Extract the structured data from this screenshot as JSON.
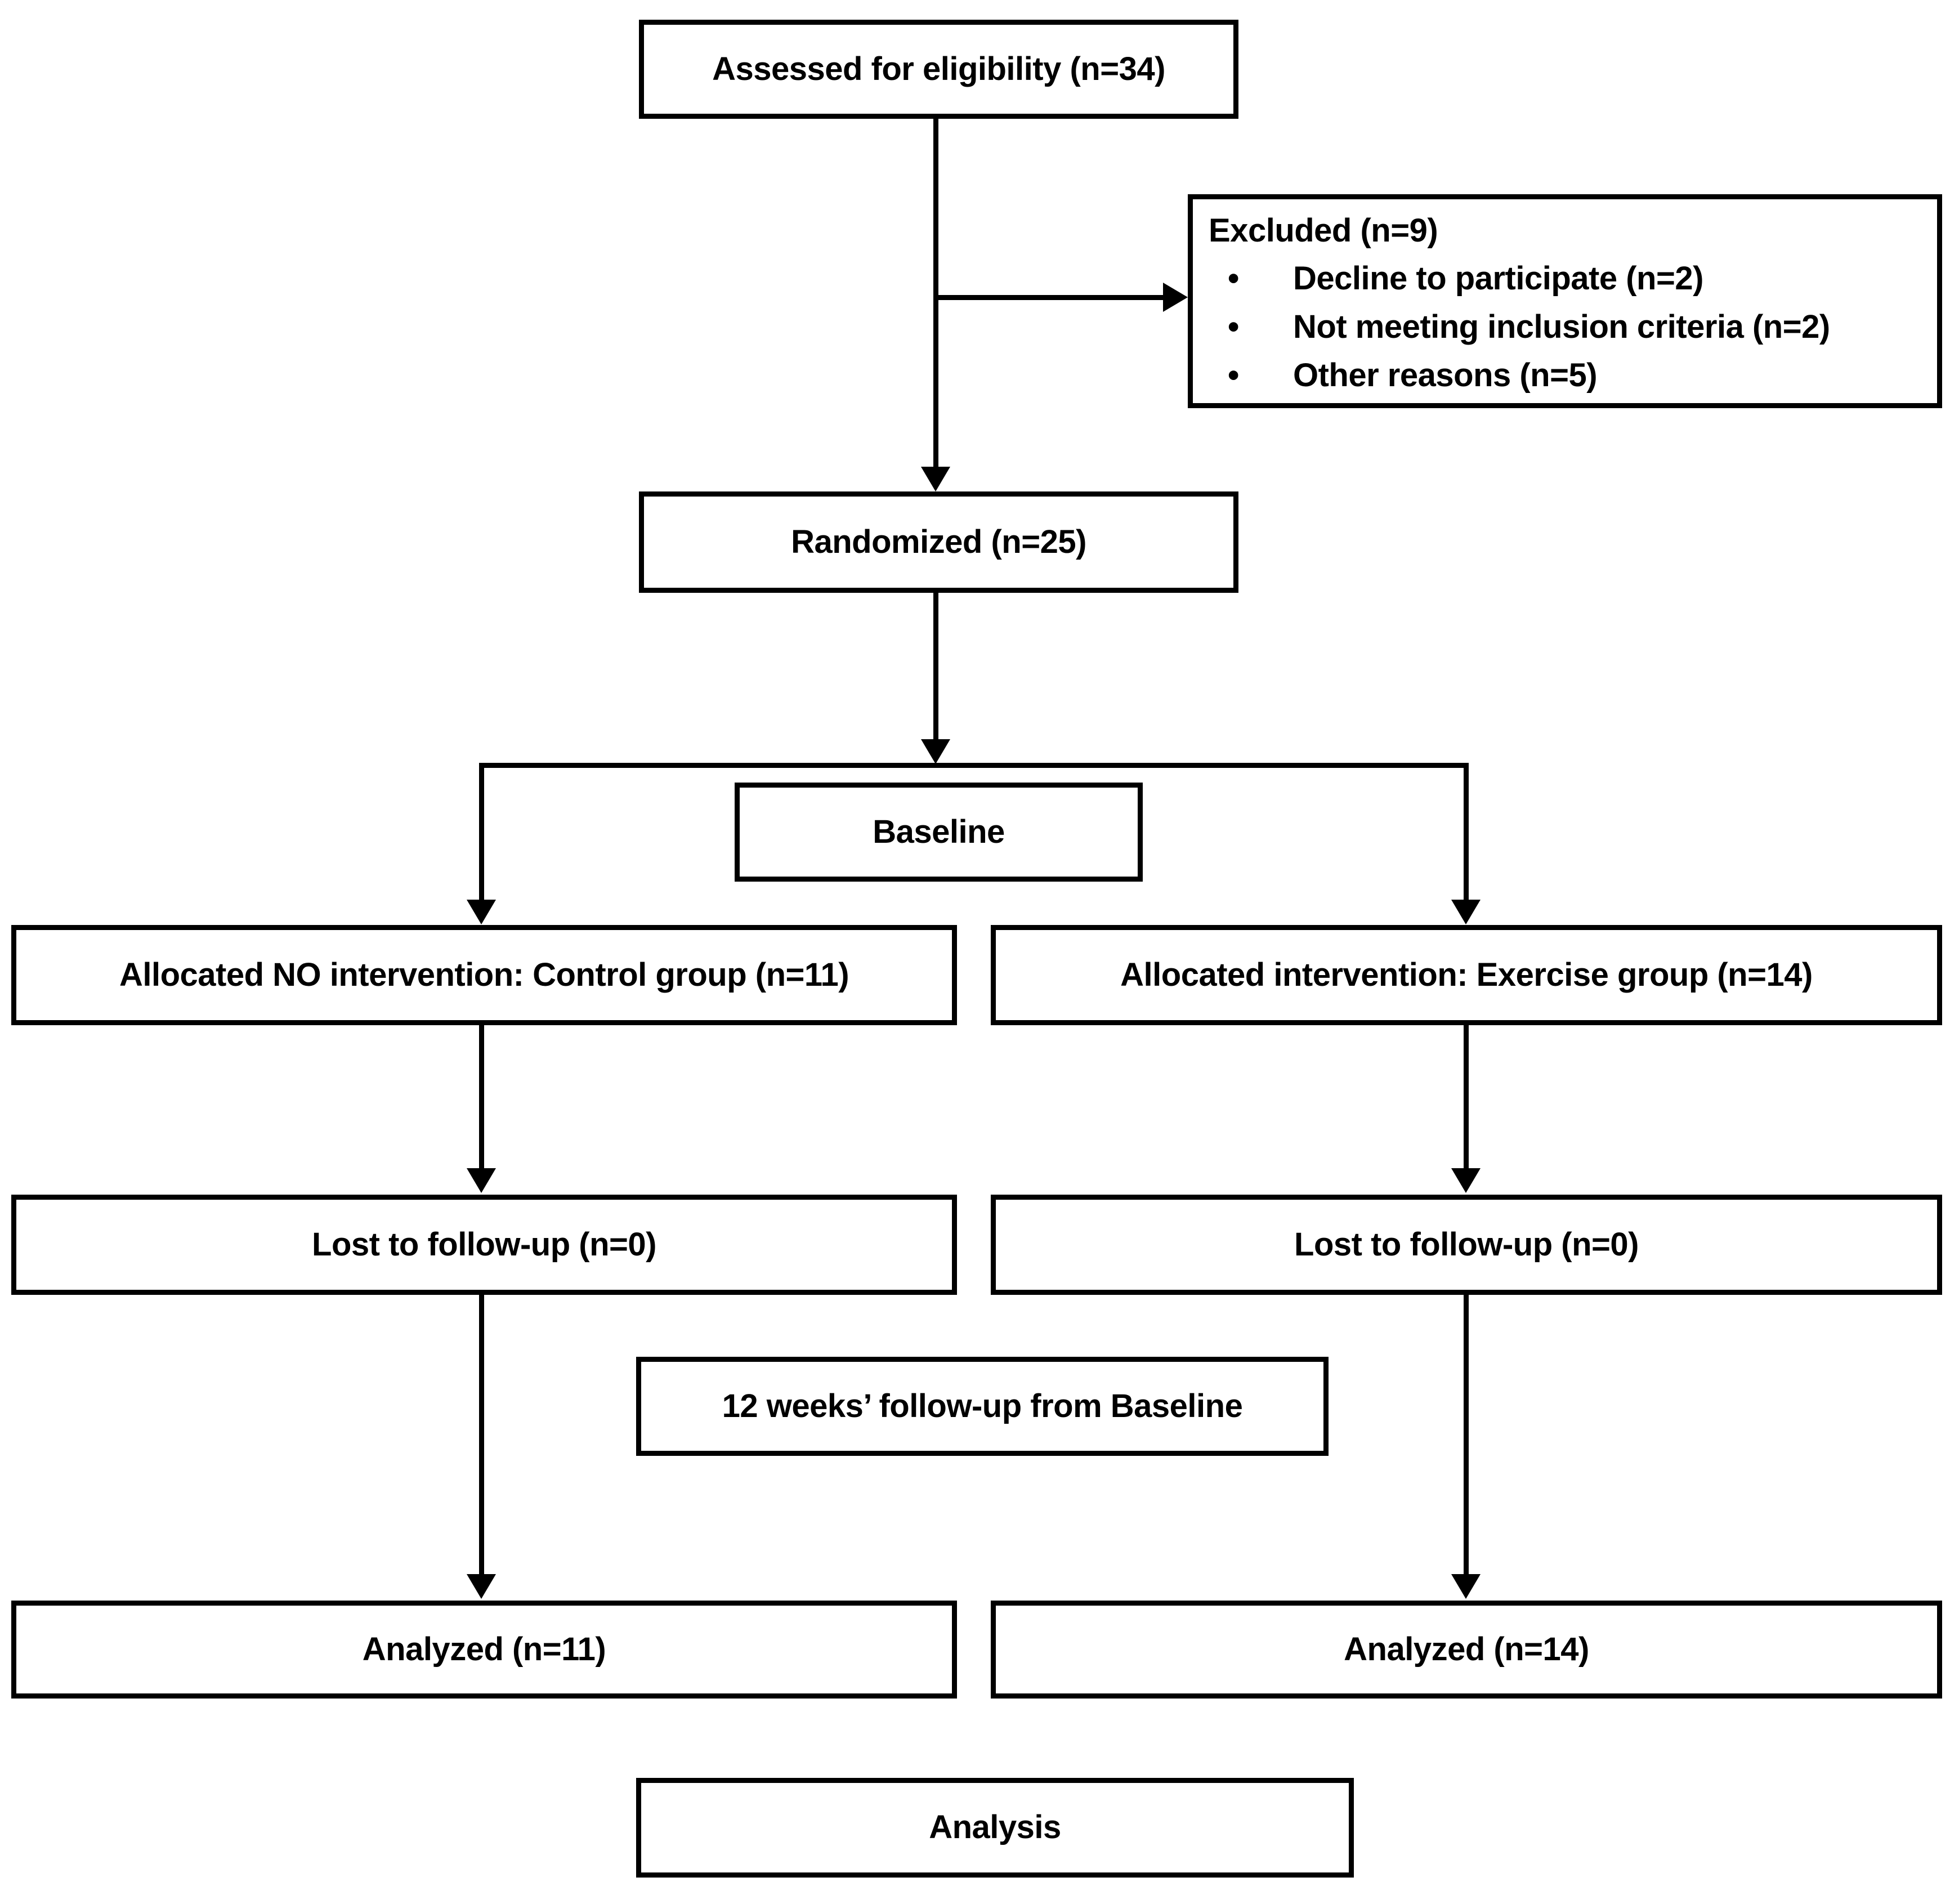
{
  "diagram": {
    "title": "CONSORT participant flow diagram",
    "accent_color": "#000000",
    "background_color": "#ffffff",
    "nodes": {
      "assessed": "Assessed for eligibility (n=34)",
      "excluded_title": "Excluded (n=9)",
      "excluded_reasons": [
        "Decline to participate (n=2)",
        "Not meeting inclusion criteria (n=2)",
        "Other reasons (n=5)"
      ],
      "bullet_glyph": "•",
      "randomized": "Randomized (n=25)",
      "baseline": "Baseline",
      "allocated_control": "Allocated NO intervention: Control group (n=11)",
      "allocated_exercise": "Allocated intervention: Exercise group (n=14)",
      "lost_control": "Lost to follow-up (n=0)",
      "lost_exercise": "Lost to follow-up (n=0)",
      "followup_period": "12 weeks’ follow-up from Baseline",
      "analyzed_control": "Analyzed (n=11)",
      "analyzed_exercise": "Analyzed (n=14)",
      "analysis": "Analysis"
    }
  }
}
